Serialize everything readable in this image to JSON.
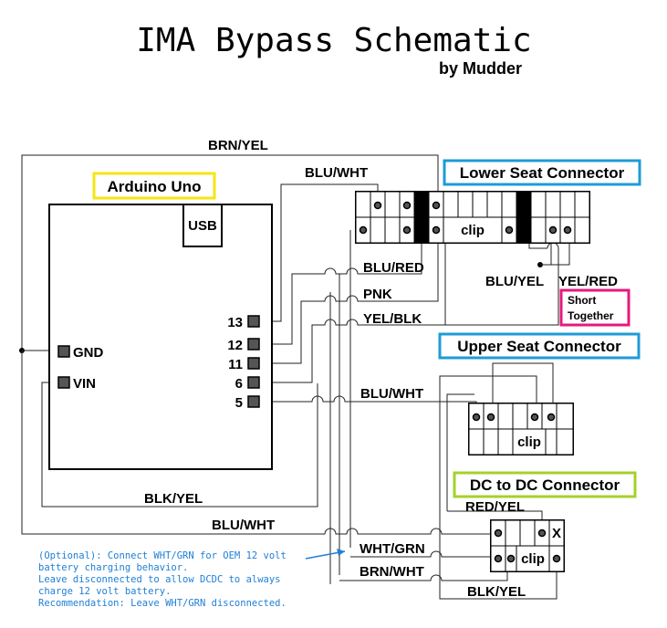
{
  "title": "IMA Bypass Schematic",
  "subtitle": "by Mudder",
  "arduino": {
    "label": "Arduino Uno",
    "usb": "USB",
    "pins": [
      "13",
      "12",
      "11",
      "6",
      "5"
    ],
    "gnd": "GND",
    "vin": "VIN"
  },
  "connectors": {
    "lower_seat": "Lower Seat Connector",
    "upper_seat": "Upper Seat Connector",
    "dcdc": "DC to DC Connector",
    "clip": "clip",
    "x_mark": "X"
  },
  "wires": {
    "brn_yel": "BRN/YEL",
    "blu_wht_top": "BLU/WHT",
    "blu_red": "BLU/RED",
    "pnk": "PNK",
    "yel_blk": "YEL/BLK",
    "blu_yel": "BLU/YEL",
    "yel_red": "YEL/RED",
    "blu_wht_mid": "BLU/WHT",
    "blk_yel_left": "BLK/YEL",
    "blu_wht_bottom": "BLU/WHT",
    "red_yel": "RED/YEL",
    "wht_grn": "WHT/GRN",
    "brn_wht": "BRN/WHT",
    "blk_yel_bottom": "BLK/YEL"
  },
  "short_note": {
    "line1": "Short",
    "line2": "Together"
  },
  "optional_note": [
    "(Optional): Connect WHT/GRN for OEM 12 volt",
    "battery charging behavior.",
    "Leave disconnected to allow DCDC to always",
    "charge 12 volt battery.",
    "Recommendation: Leave WHT/GRN disconnected."
  ],
  "colors": {
    "arduino_box": "#f5e614",
    "connector_box": "#1e9bd7",
    "dcdc_box": "#a6d12a",
    "short_box": "#e6197d",
    "note": "#1e7fd6"
  }
}
